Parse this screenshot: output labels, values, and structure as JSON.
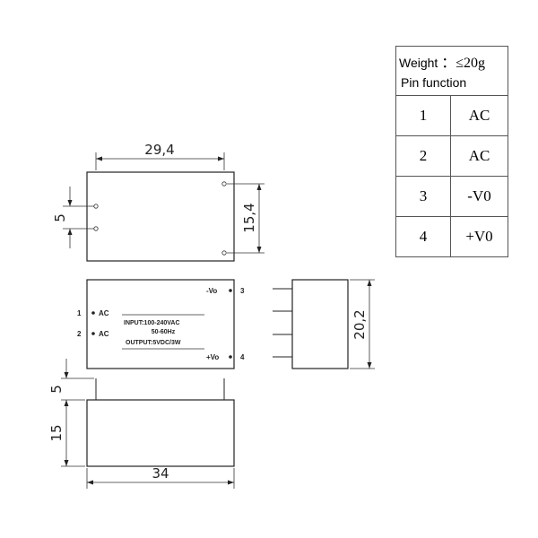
{
  "spec": {
    "weight_label": "Weight",
    "weight_value": "：≤20g",
    "pin_function_label": "Pin function",
    "pins": [
      {
        "pin": "1",
        "function": "AC"
      },
      {
        "pin": "2",
        "function": "AC"
      },
      {
        "pin": "3",
        "function": "-V0"
      },
      {
        "pin": "4",
        "function": "+V0"
      }
    ]
  },
  "drawing": {
    "top_view": {
      "length": "29,4",
      "height": "15,4",
      "pin_pitch": "5"
    },
    "front_view": {
      "pin1": "1",
      "pin1_label": "AC",
      "pin2": "2",
      "pin2_label": "AC",
      "pin3": "3",
      "pin3_label": "-Vo",
      "pin4": "4",
      "pin4_label": "+Vo",
      "input_text": "INPUT:100-240VAC",
      "freq_text": "50-60Hz",
      "output_text": "OUTPUT:5VDC/3W"
    },
    "side_view": {
      "height": "20,2"
    },
    "bottom_view": {
      "pin_length": "5",
      "body_height": "15",
      "body_length": "34"
    }
  }
}
